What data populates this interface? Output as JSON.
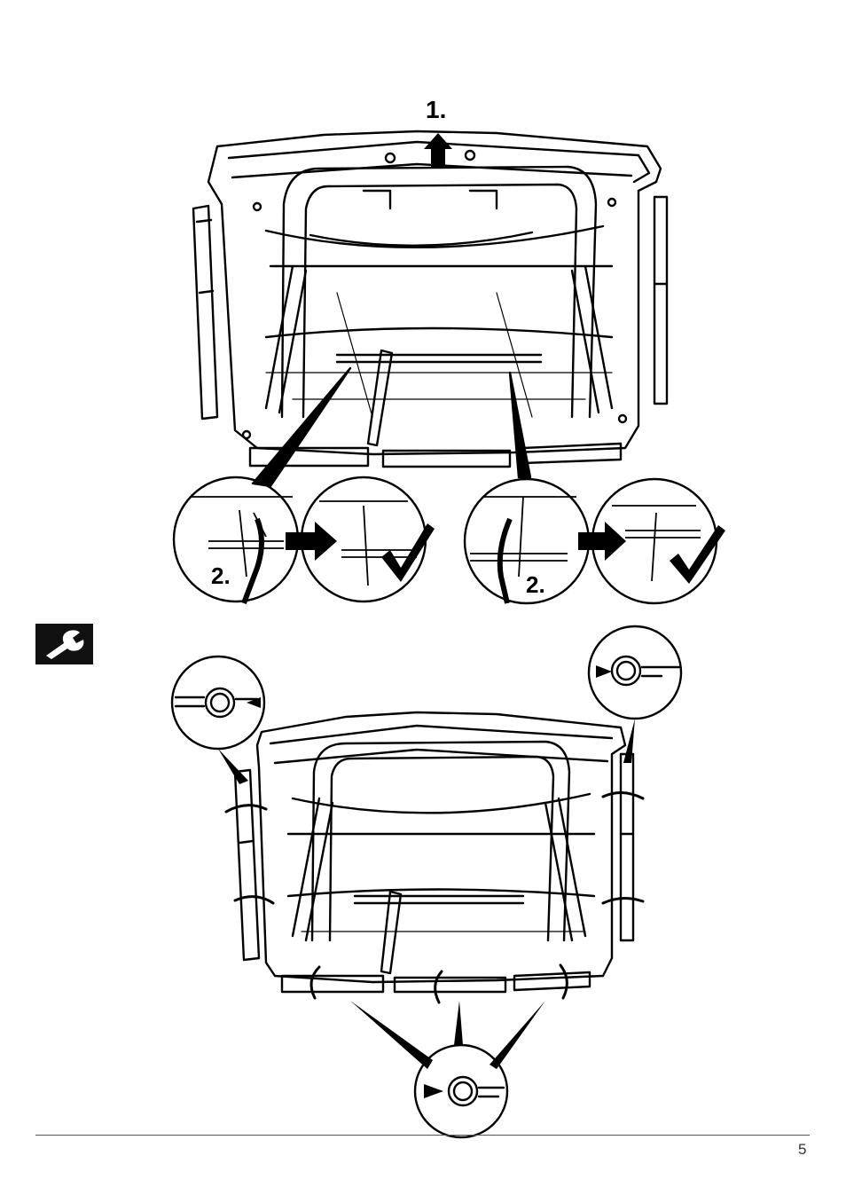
{
  "steps": {
    "step_1": "1.",
    "step_2_left": "2.",
    "step_2_right": "2."
  },
  "icons": {
    "up_arrow": "arrow-up-icon",
    "right_arrow": "arrow-right-icon",
    "check": "checkmark-icon",
    "wrench": "wrench-icon",
    "rotate": "rotate-arrow-icon"
  },
  "footer": {
    "page_number": "5"
  },
  "colors": {
    "ink": "#000000",
    "paper": "#ffffff",
    "rule": "#555555"
  }
}
